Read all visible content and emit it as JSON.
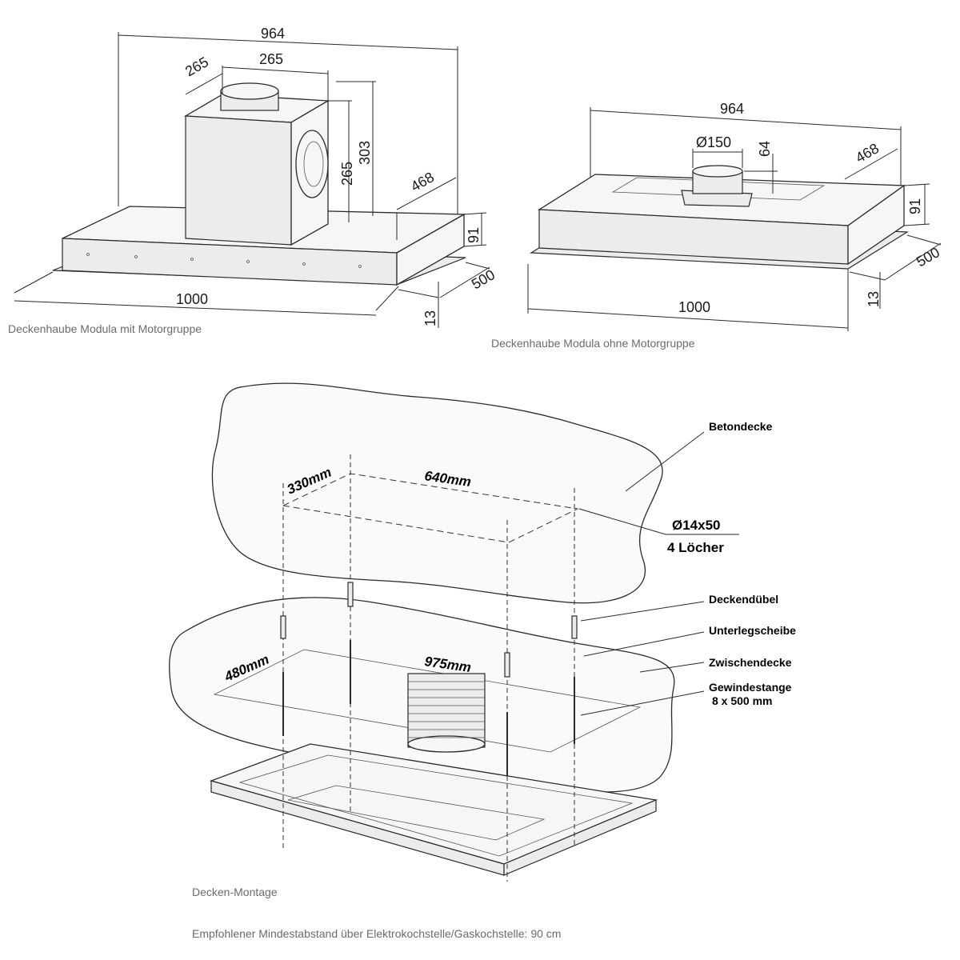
{
  "top_left": {
    "caption": "Deckenhaube Modula mit Motorgruppe",
    "dims": {
      "total_width": "964",
      "motor_depth": "265",
      "motor_width": "265",
      "motor_height_inner": "265",
      "motor_height_outer": "303",
      "depth_top": "468",
      "height": "91",
      "frame_depth": "500",
      "frame_width": "1000",
      "frame_height": "13"
    }
  },
  "top_right": {
    "caption": "Deckenhaube Modula ohne Motorgruppe",
    "dims": {
      "total_width": "964",
      "outlet_diameter": "Ø150",
      "outlet_height": "64",
      "depth_top": "468",
      "height": "91",
      "frame_depth": "500",
      "frame_width": "1000",
      "frame_height": "13"
    }
  },
  "montage": {
    "caption": "Decken-Montage",
    "dims": {
      "hole_depth": "330mm",
      "hole_width": "640mm",
      "opening_depth": "480mm",
      "opening_width": "975mm"
    },
    "holes": {
      "line1": "Ø14x50",
      "line2": "4 Löcher"
    },
    "labels": {
      "concrete": "Betondecke",
      "dowel": "Deckendübel",
      "washer": "Unterlegscheibe",
      "intermediate": "Zwischendecke",
      "rod": "Gewindestange",
      "rod_spec": "8 x 500 mm"
    }
  },
  "footer_note": "Empfohlener Mindestabstand über Elektrokochstelle/Gaskochstelle: 90 cm"
}
